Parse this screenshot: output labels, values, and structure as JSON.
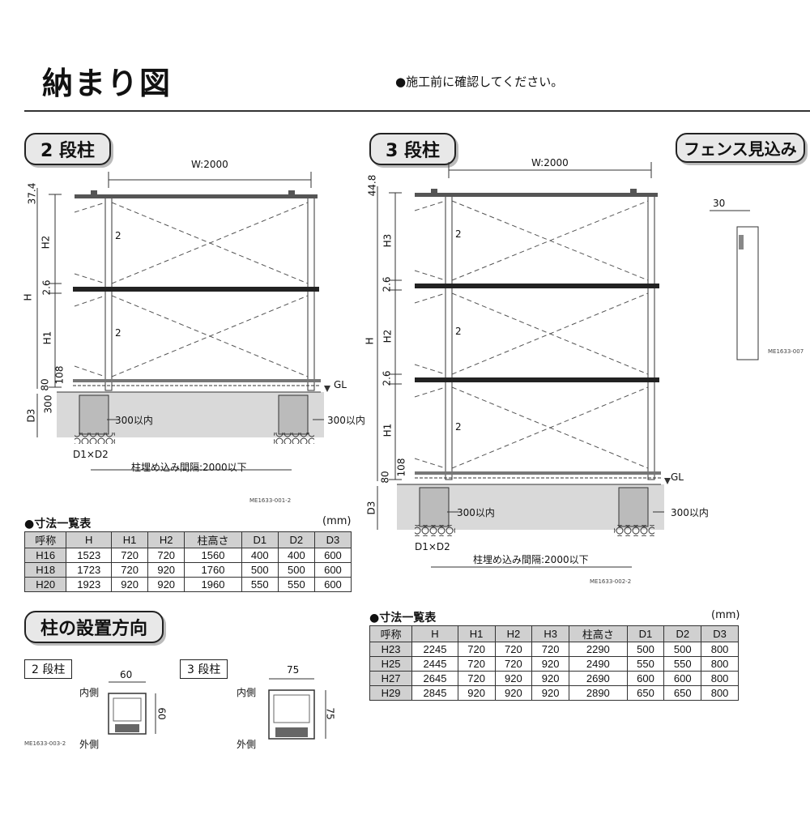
{
  "header": {
    "title": "納まり図",
    "note": "●施工前に確認してください。"
  },
  "sections": {
    "two_tier": "2 段柱",
    "three_tier": "3 段柱",
    "fence_depth": "フェンス見込み",
    "post_orientation": "柱の設置方向"
  },
  "two_tier_drawing": {
    "width_label": "W:2000",
    "top_offset": "37.4",
    "h2": "H2",
    "h": "H",
    "gap": "2.6",
    "h1": "H1",
    "base": "80",
    "base_108": "108",
    "depth": "300",
    "d3": "D3",
    "gl": "GL",
    "clearance_2a": "2",
    "clearance_2b": "2",
    "within_300_left": "300以内",
    "within_300_right": "300以内",
    "hole": "D1×D2",
    "post_spacing": "柱埋め込み間隔:2000以下",
    "code": "ME1633-001-2"
  },
  "three_tier_drawing": {
    "width_label": "W:2000",
    "top_offset": "44.8",
    "h3": "H3",
    "h": "H",
    "gap_a": "2.6",
    "h2": "H2",
    "gap_b": "2.6",
    "h1": "H1",
    "base": "80",
    "base_108": "108",
    "d3": "D3",
    "gl": "GL",
    "clearance_2a": "2",
    "clearance_2b": "2",
    "clearance_2c": "2",
    "within_300_left": "300以内",
    "within_300_right": "300以内",
    "hole": "D1×D2",
    "post_spacing": "柱埋め込み間隔:2000以下",
    "code": "ME1633-002-2"
  },
  "fence_depth_drawing": {
    "value": "30",
    "code": "ME1633-007"
  },
  "table_two": {
    "title": "●寸法一覧表",
    "unit": "(mm)",
    "headers": [
      "呼称",
      "H",
      "H1",
      "H2",
      "柱高さ",
      "D1",
      "D2",
      "D3"
    ],
    "rows": [
      [
        "H16",
        "1523",
        "720",
        "720",
        "1560",
        "400",
        "400",
        "600"
      ],
      [
        "H18",
        "1723",
        "720",
        "920",
        "1760",
        "500",
        "500",
        "600"
      ],
      [
        "H20",
        "1923",
        "920",
        "920",
        "1960",
        "550",
        "550",
        "600"
      ]
    ]
  },
  "table_three": {
    "title": "●寸法一覧表",
    "unit": "(mm)",
    "headers": [
      "呼称",
      "H",
      "H1",
      "H2",
      "H3",
      "柱高さ",
      "D1",
      "D2",
      "D3"
    ],
    "rows": [
      [
        "H23",
        "2245",
        "720",
        "720",
        "720",
        "2290",
        "500",
        "500",
        "800"
      ],
      [
        "H25",
        "2445",
        "720",
        "720",
        "920",
        "2490",
        "550",
        "550",
        "800"
      ],
      [
        "H27",
        "2645",
        "720",
        "920",
        "920",
        "2690",
        "600",
        "600",
        "800"
      ],
      [
        "H29",
        "2845",
        "920",
        "920",
        "920",
        "2890",
        "650",
        "650",
        "800"
      ]
    ]
  },
  "orientation": {
    "two_label": "2 段柱",
    "two_width": "60",
    "two_height": "60",
    "three_label": "3 段柱",
    "three_width": "75",
    "three_height": "75",
    "inner_a": "内側",
    "outer_a": "外側",
    "inner_b": "内側",
    "outer_b": "外側",
    "code": "ME1633-003-2"
  }
}
